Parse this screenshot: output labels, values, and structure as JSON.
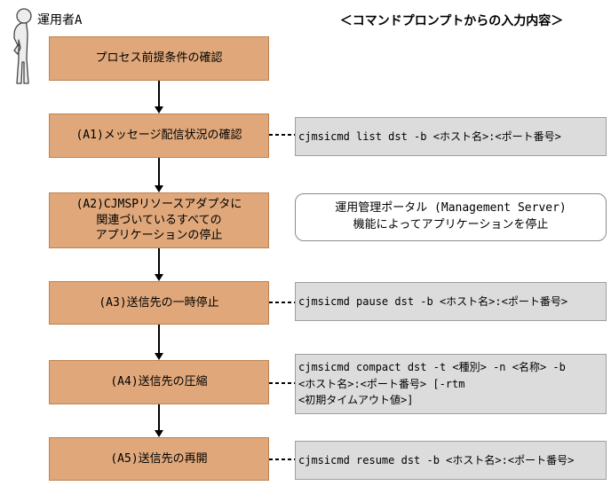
{
  "actor": {
    "label": "運用者A"
  },
  "column_header": "＜コマンドプロンプトからの入力内容＞",
  "boxes": {
    "start": {
      "label": "プロセス前提条件の確認"
    },
    "a1": {
      "label": "(A1)メッセージ配信状況の確認",
      "command": "cjmsicmd list dst -b <ホスト名>:<ポート番号>"
    },
    "a2": {
      "label": "(A2)CJMSPリソースアダプタに\n関連づいているすべての\nアプリケーションの停止",
      "note": "運用管理ポータル (Management Server)\n機能によってアプリケーションを停止"
    },
    "a3": {
      "label": "(A3)送信先の一時停止",
      "command": "cjmsicmd pause dst -b <ホスト名>:<ポート番号>"
    },
    "a4": {
      "label": "(A4)送信先の圧縮",
      "command": "cjmsicmd compact dst -t <種別> -n <名称> -b\n<ホスト名>:<ポート番号> [-rtm\n<初期タイムアウト値>]"
    },
    "a5": {
      "label": "(A5)送信先の再開",
      "command": "cjmsicmd resume dst -b <ホスト名>:<ポート番号>"
    }
  },
  "colors": {
    "process_box_fill": "#DFA77A",
    "process_box_border": "#BE824E",
    "command_box_fill": "#DCDCDC",
    "command_box_border": "#9E9E9E",
    "note_box_fill": "#FFFFFF",
    "note_box_border": "#8A8A8A",
    "connector": "#000000"
  }
}
